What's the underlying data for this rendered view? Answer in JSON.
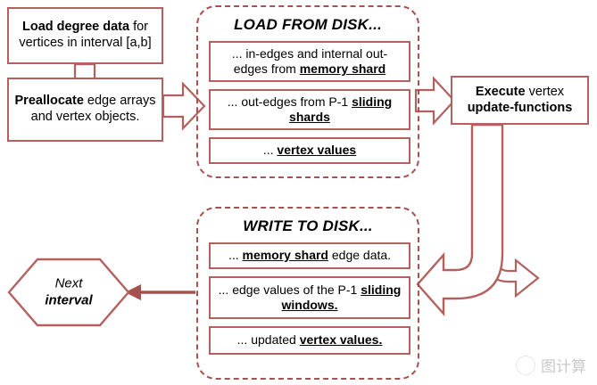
{
  "diagram": {
    "title": "GraphChi execution interval flowchart",
    "accent_color": "#b3615e",
    "dashed_border_color": "#a6524f",
    "nodes": {
      "load_degree": {
        "bold_prefix": "Load degree data",
        "rest": " for vertices in interval [a,b]",
        "full_text": "Load degree data for vertices in interval [a,b]"
      },
      "preallocate": {
        "bold_prefix": "Preallocate",
        "rest": " edge arrays and vertex objects.",
        "full_text": "Preallocate edge arrays and vertex objects."
      },
      "execute": {
        "bold_prefix": "Execute",
        "rest": " vertex update-functions",
        "line1_bold": "Execute",
        "line1_rest": " vertex",
        "line2_bold": "update-functions",
        "full_text": "Execute vertex update-functions"
      },
      "next_interval": {
        "line1": "Next",
        "line2": "interval",
        "full_text": "Next interval"
      }
    },
    "groups": [
      {
        "id": "load-group",
        "title": "LOAD FROM DISK...",
        "items": [
          {
            "id": "load-item-0",
            "text": "... in-edges and internal out-edges from memory shard",
            "emphasis": "memory shard"
          },
          {
            "id": "load-item-1",
            "text": "... out-edges from P-1 sliding shards",
            "emphasis": "sliding shards"
          },
          {
            "id": "load-item-2",
            "text": "... vertex values",
            "emphasis": "vertex values"
          }
        ]
      },
      {
        "id": "write-group",
        "title": "WRITE TO DISK...",
        "items": [
          {
            "id": "write-item-0",
            "text": "... memory shard edge data.",
            "emphasis": "memory shard"
          },
          {
            "id": "write-item-1",
            "text": "... edge values of the P-1 sliding  windows.",
            "emphasis": "sliding  windows."
          },
          {
            "id": "write-item-2",
            "text": "... updated vertex values.",
            "emphasis": "vertex values."
          }
        ]
      }
    ],
    "connectors": [
      {
        "name": "arrow-load-degree-to-preallocate",
        "style": "hollow-block",
        "direction": "down"
      },
      {
        "name": "arrow-preallocate-to-load-group",
        "style": "hollow-block",
        "direction": "right"
      },
      {
        "name": "arrow-load-group-to-execute",
        "style": "hollow-block",
        "direction": "right"
      },
      {
        "name": "arrow-execute-to-write-group",
        "style": "hollow-block-curved",
        "direction": "down-left"
      },
      {
        "name": "arrow-write-group-to-next-interval",
        "style": "solid-line",
        "direction": "left"
      }
    ]
  },
  "watermark": {
    "text": "图计算",
    "logo_icon": "dotted-circle-logo-icon"
  }
}
